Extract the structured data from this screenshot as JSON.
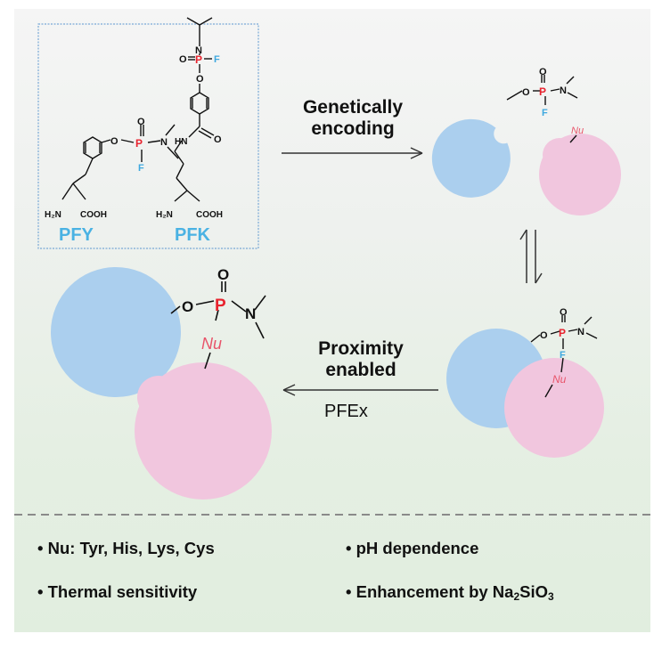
{
  "structures": {
    "left_name": "PFY",
    "right_name": "PFK",
    "atoms": {
      "phosphorus": "P",
      "oxygen": "O",
      "fluorine": "F",
      "nitrogen": "N",
      "amine": "H₂N",
      "acid": "COOH",
      "amide_nh": "HN"
    }
  },
  "steps": {
    "top_arrow_line1": "Genetically",
    "top_arrow_line2": "encoding",
    "bottom_arrow_line1": "Proximity",
    "bottom_arrow_line2": "enabled",
    "bottom_arrow_line3": "PFEx"
  },
  "nucleophile": "Nu",
  "bullets": {
    "item1": "• Nu: Tyr, His, Lys, Cys",
    "item2": "• pH dependence",
    "item3": "• Thermal sensitivity",
    "item4_prefix": "• Enhancement by Na",
    "item4_sub1": "2",
    "item4_mid": "SiO",
    "item4_sub2": "3"
  },
  "colors": {
    "blue_protein": "#abcfee",
    "pink_protein": "#f1c6de",
    "fluorine": "#3ea8df",
    "phosphorus": "#e8232e",
    "nu_text": "#e8546a",
    "box_border": "#79a9d6",
    "label_blue": "#4ab2e3"
  }
}
